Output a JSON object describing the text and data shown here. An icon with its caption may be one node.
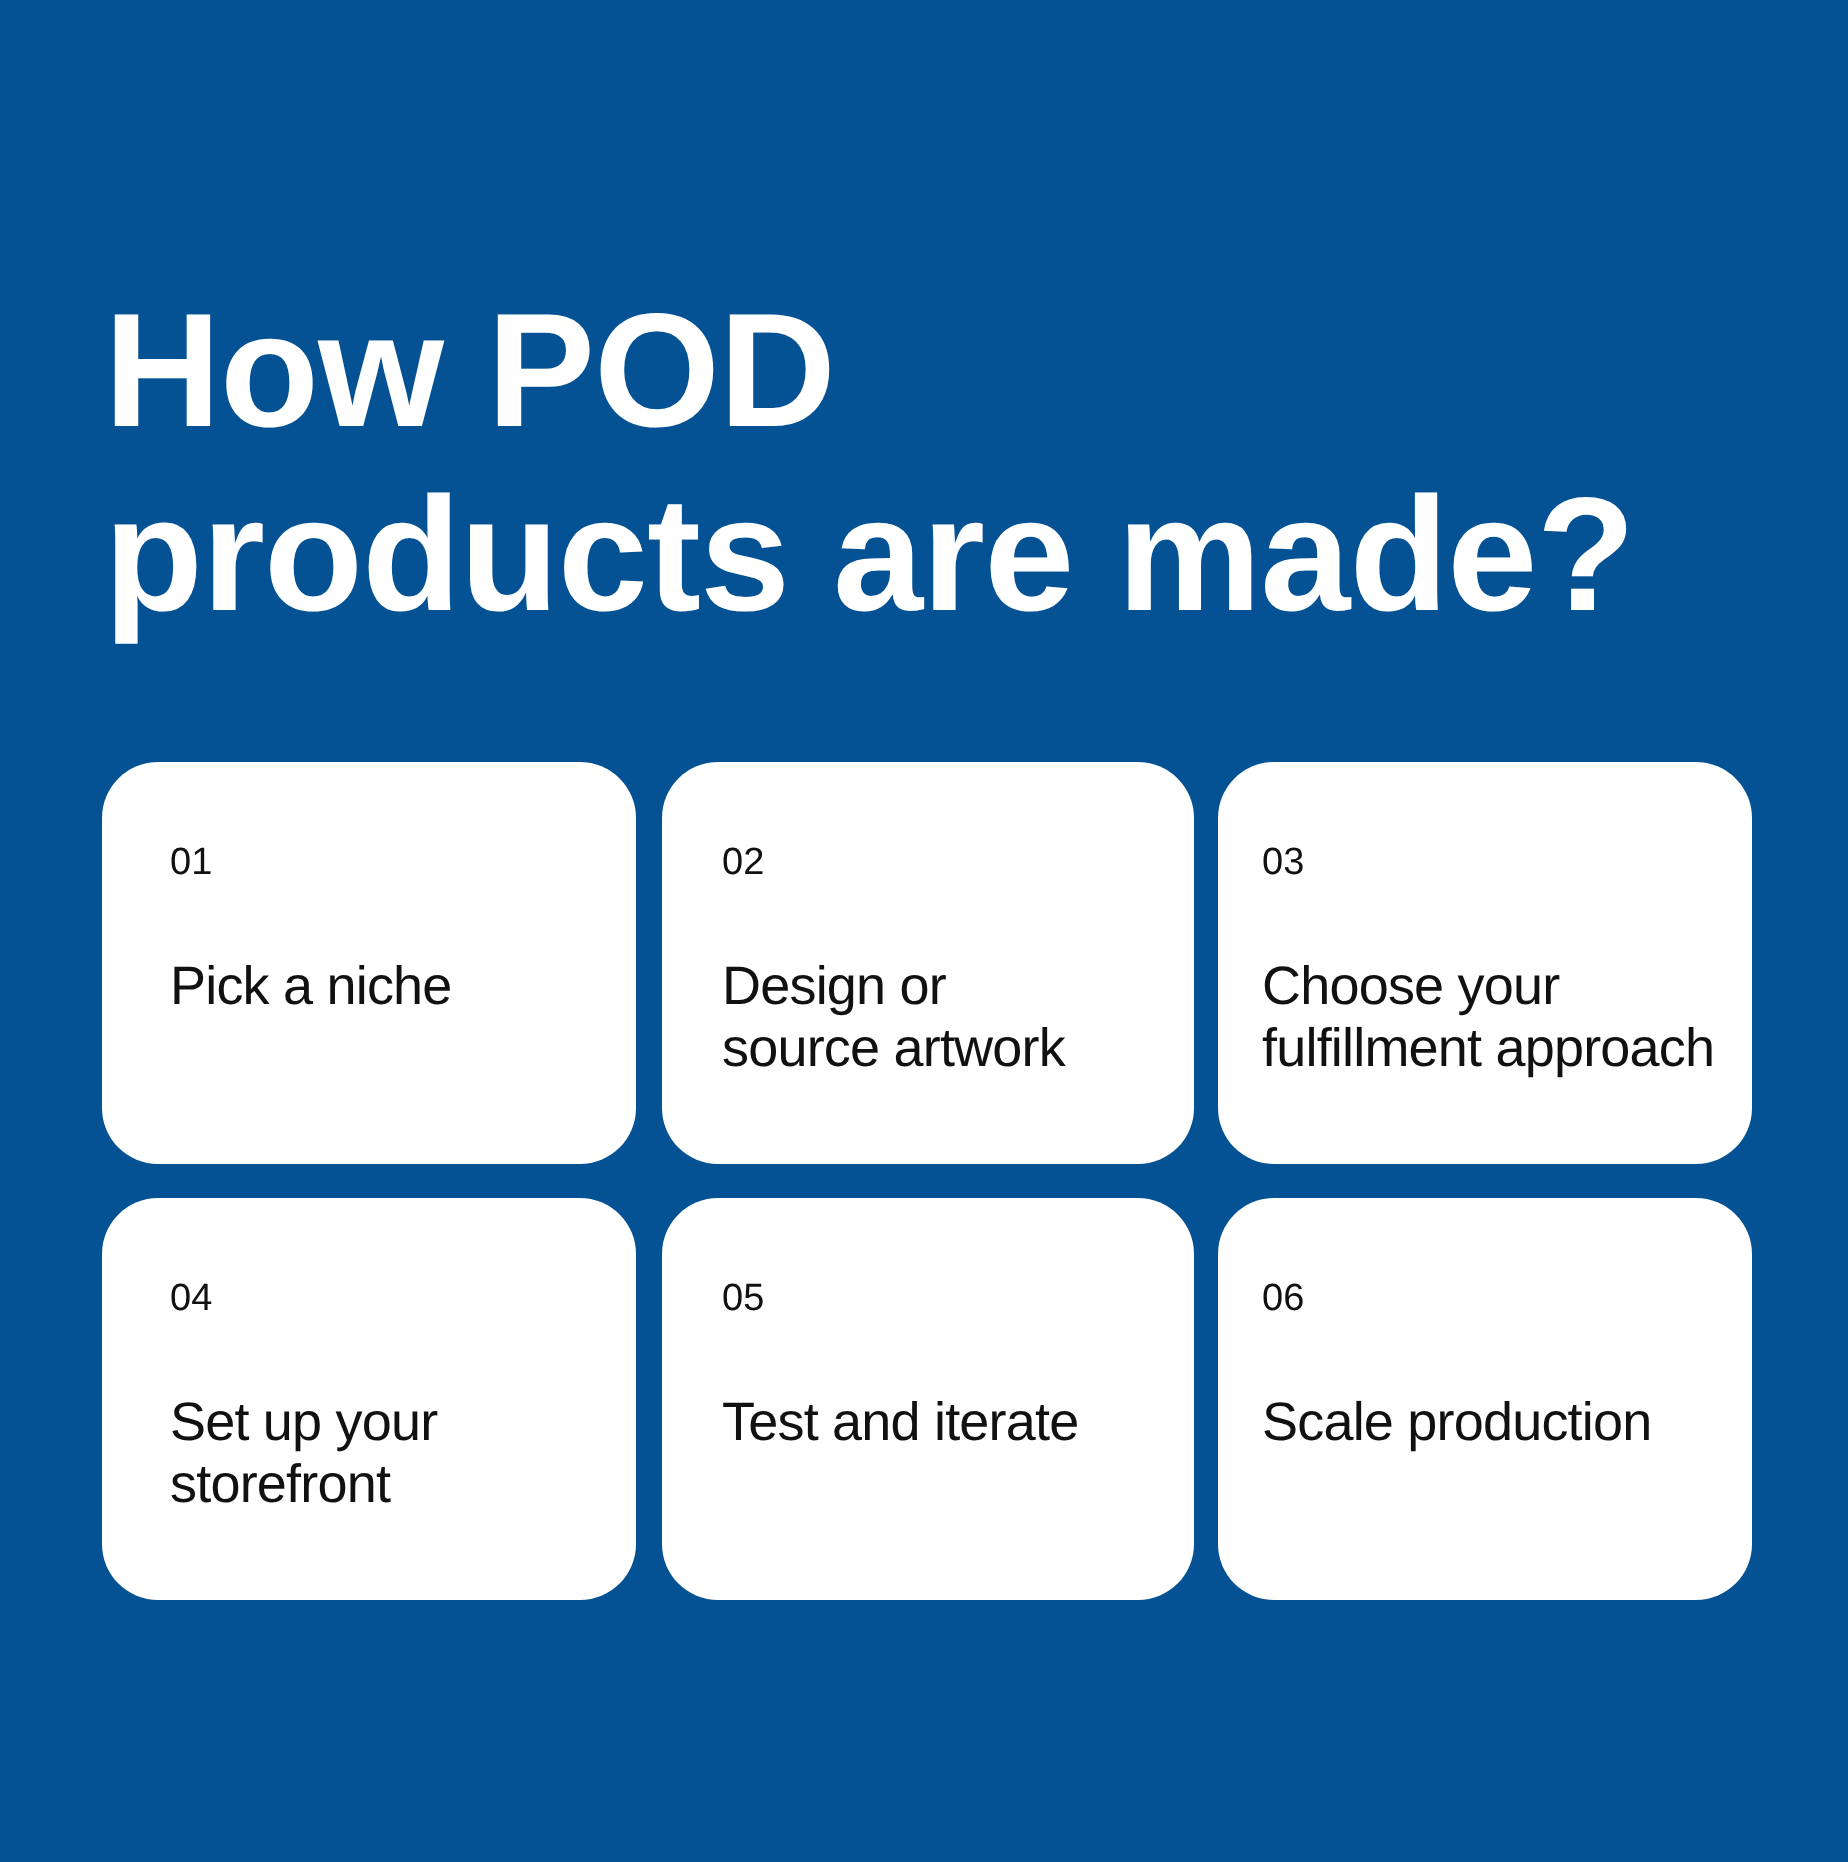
{
  "diagram": {
    "title": "How POD products are made?",
    "nodes": [
      {
        "text": [
          "01",
          "Pick a niche"
        ]
      },
      {
        "text": [
          "02",
          "Design or source artwork"
        ]
      },
      {
        "text": [
          "03",
          "Choose your fulfillment approach"
        ]
      },
      {
        "text": [
          "04",
          "Set up your storefront"
        ]
      },
      {
        "text": [
          "05",
          "Test and iterate"
        ]
      },
      {
        "text": [
          "06",
          "Scale production"
        ]
      }
    ]
  }
}
